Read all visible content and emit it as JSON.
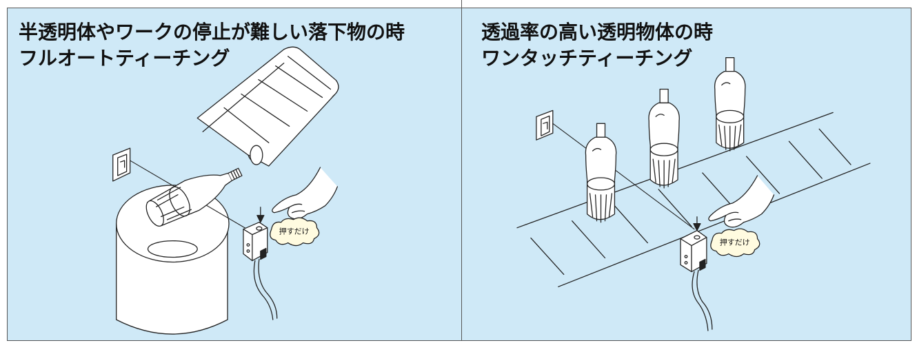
{
  "left_panel": {
    "title_line1": "半透明体やワークの停止が難しい落下物の時",
    "title_line2": "フルオートティーチング",
    "bubble_text": "押すだけ"
  },
  "right_panel": {
    "title_line1": "透過率の高い透明物体の時",
    "title_line2": "ワンタッチティーチング",
    "bubble_text": "押すだけ"
  },
  "colors": {
    "panel_bg": "#cfe9f7",
    "outline": "#222222",
    "fill": "#ffffff"
  }
}
